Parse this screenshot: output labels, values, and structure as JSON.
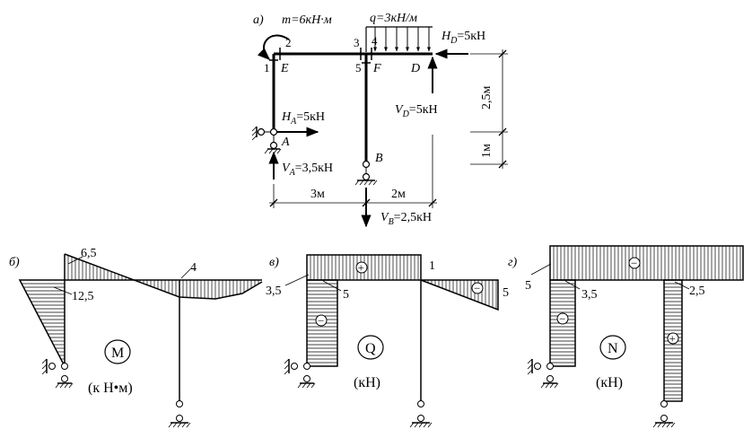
{
  "scheme": {
    "label_a": "а)",
    "moment": "m=6кН·м",
    "load_q": "q=3кН/м",
    "force_hd": "H",
    "force_hd_sub": "D",
    "force_hd_val": "=5кН",
    "force_vd": "V",
    "force_vd_sub": "D",
    "force_vd_val": "=5кН",
    "force_ha": "H",
    "force_ha_sub": "A",
    "force_ha_val": "=5кН",
    "force_va": "V",
    "force_va_sub": "A",
    "force_va_val": "=3,5кН",
    "force_vb": "V",
    "force_vb_sub": "B",
    "force_vb_val": "=2,5кН",
    "node_1": "1",
    "node_2": "2",
    "node_3": "3",
    "node_4": "4",
    "node_5": "5",
    "pt_e": "E",
    "pt_f": "F",
    "pt_d": "D",
    "pt_a": "A",
    "pt_b": "B",
    "dim_3m": "3м",
    "dim_2m": "2м",
    "dim_25m": "2,5м",
    "dim_1m": "1м"
  },
  "moment_diagram": {
    "label_b": "б)",
    "v_65": "6,5",
    "v_125": "12,5",
    "v_4": "4",
    "symbol": "M",
    "units": "(к Н•м)"
  },
  "shear_diagram": {
    "label_v": "в)",
    "v_35": "3,5",
    "v_5a": "5",
    "v_1": "1",
    "v_5b": "5",
    "sign_plus": "+",
    "sign_minus": "−",
    "symbol": "Q",
    "units": "(кН)"
  },
  "normal_diagram": {
    "label_g": "г)",
    "v_5": "5",
    "v_35": "3,5",
    "v_25": "2,5",
    "sign_minus": "−",
    "sign_plus": "+",
    "symbol": "N",
    "units": "(кН)"
  }
}
